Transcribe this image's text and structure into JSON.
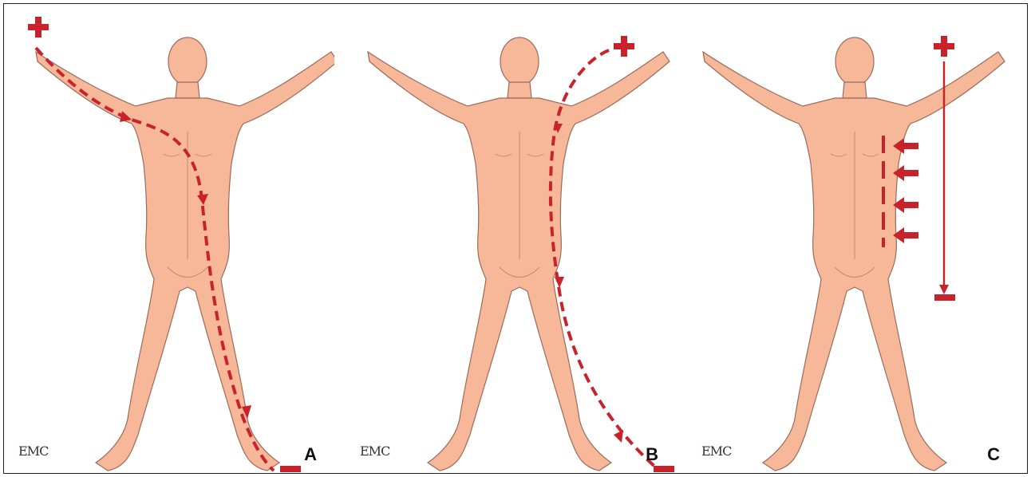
{
  "panels": [
    {
      "letter": "A",
      "logo": "EMC"
    },
    {
      "letter": "B",
      "logo": "EMC"
    },
    {
      "letter": "C",
      "logo": "EMC"
    }
  ],
  "colors": {
    "skin": "#f7b89a",
    "skin_stroke": "#9a6b5a",
    "arrow": "#c8232a"
  },
  "icons": [
    "plus-electrode-icon",
    "minus-electrode-icon",
    "arrow-icon"
  ]
}
